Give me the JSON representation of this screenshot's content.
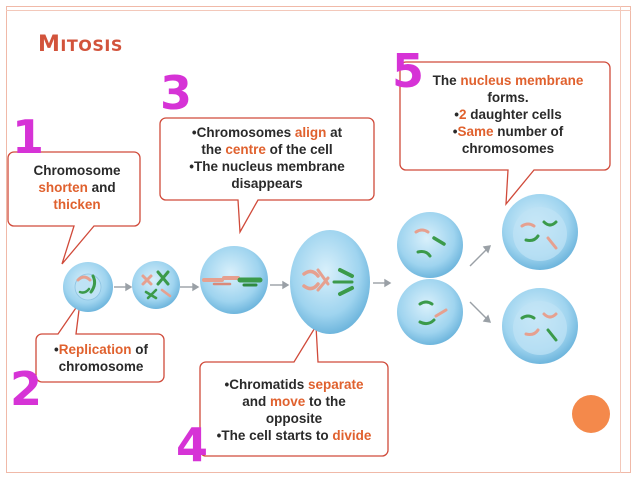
{
  "title": {
    "first": "M",
    "rest": "ITOSIS"
  },
  "steps": {
    "s1": {
      "number": "1",
      "line1": "Chromosome",
      "line2_hl": "shorten",
      "line2_rest": " and",
      "line3_hl": "thicken"
    },
    "s2": {
      "number": "2",
      "line1_prefix": "•",
      "line1_hl": "Replication",
      "line1_rest": " of",
      "line2": "chromosome"
    },
    "s3": {
      "number": "3",
      "line1_a": "•Chromosomes ",
      "line1_hl": "align",
      "line1_b": " at",
      "line2_a": "the ",
      "line2_hl": "centre",
      "line2_b": " of the cell",
      "line3": "•The nucleus membrane",
      "line4": "disappears"
    },
    "s4": {
      "number": "4",
      "line1_a": "•Chromatids ",
      "line1_hl": "separate",
      "line2_a": "and ",
      "line2_hl": "move",
      "line2_b": " to the",
      "line3": "opposite",
      "line4_a": "•The cell starts to ",
      "line4_hl": "divide"
    },
    "s5": {
      "number": "5",
      "line1_a": "The ",
      "line1_hl": "nucleus membrane",
      "line2": "forms.",
      "line3_a": "•",
      "line3_hl": "2",
      "line3_b": " daughter cells",
      "line4_a": "•",
      "line4_hl": "Same",
      "line4_b": " number of",
      "line5": "chromosomes"
    }
  },
  "colors": {
    "accent": "#e0612e",
    "number": "#d633d6",
    "title": "#d2533b",
    "cell": "#9ed3ef",
    "callout_border": "#d04a3a"
  }
}
